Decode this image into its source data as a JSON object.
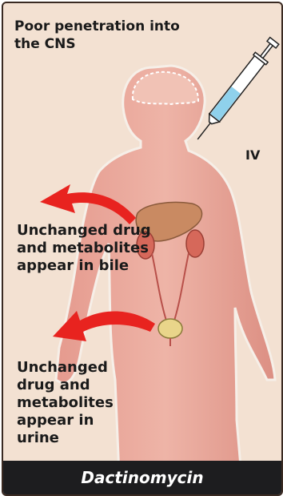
{
  "annotations": {
    "cns": "Poor penetration into the CNS",
    "route": "IV",
    "bile": "Unchanged drug and metabolites appear in bile",
    "urine": "Unchanged drug and metabolites appear in urine"
  },
  "title": "Dactinomycin",
  "colors": {
    "background": "#f3e1d2",
    "body": "#e8a79a",
    "arrow": "#e8231f",
    "syringe_fluid": "#8fd1ec",
    "title_bar": "#1d1d1f"
  }
}
